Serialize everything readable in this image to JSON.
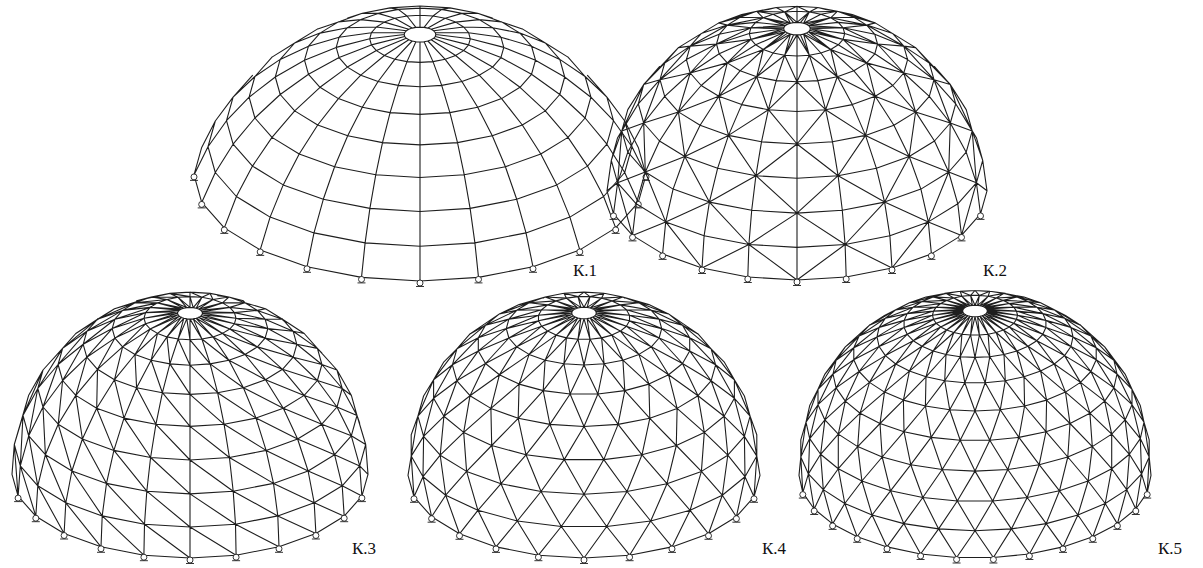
{
  "diagram": {
    "labels": [
      "К.1",
      "К.2",
      "К.3",
      "К.4",
      "К.5"
    ]
  }
}
